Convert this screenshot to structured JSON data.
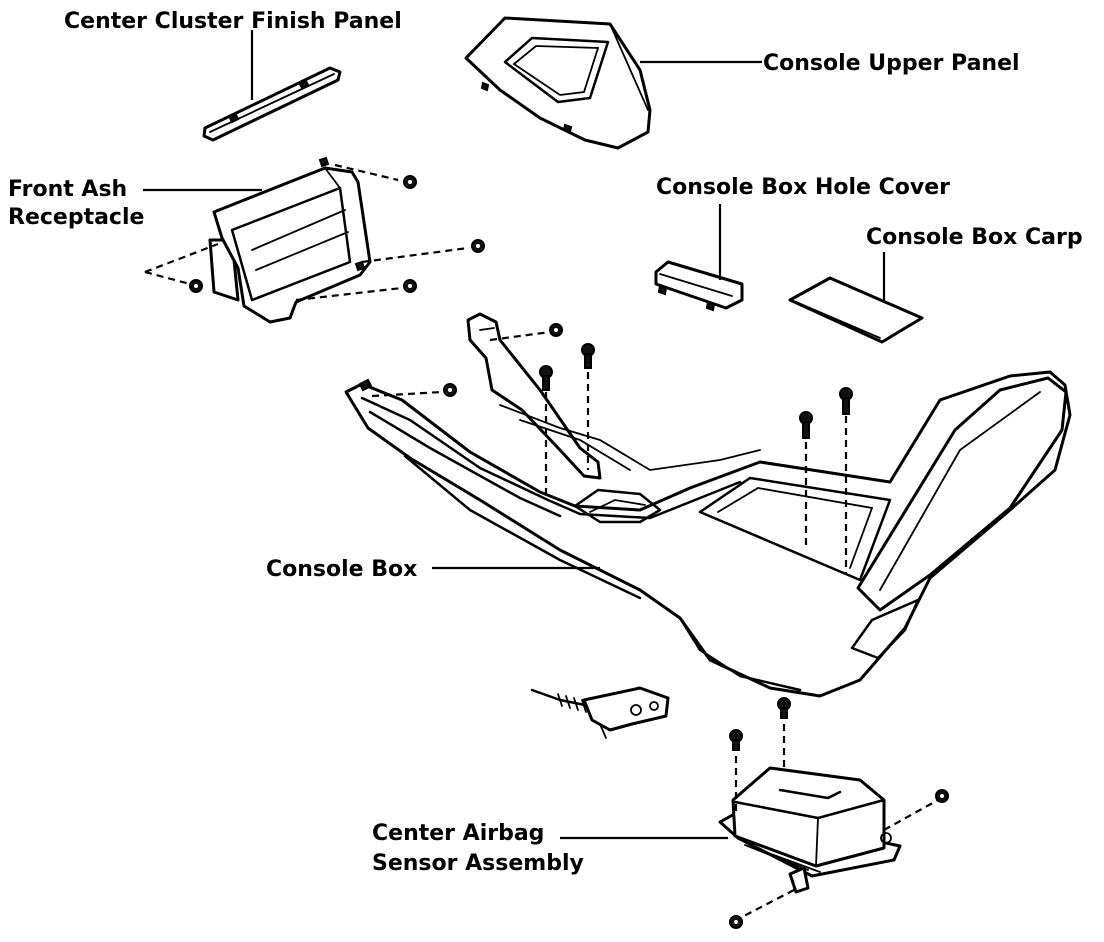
{
  "labels": {
    "center_cluster_finish_panel": "Center Cluster Finish Panel",
    "console_upper_panel": "Console Upper Panel",
    "front_ash_receptacle_line1": "Front Ash",
    "front_ash_receptacle_line2": "Receptacle",
    "console_box_hole_cover": "Console Box Hole Cover",
    "console_box_carp": "Console Box Carp",
    "console_box": "Console Box",
    "center_airbag_sensor_line1": "Center Airbag",
    "center_airbag_sensor_line2": "Sensor Assembly"
  }
}
